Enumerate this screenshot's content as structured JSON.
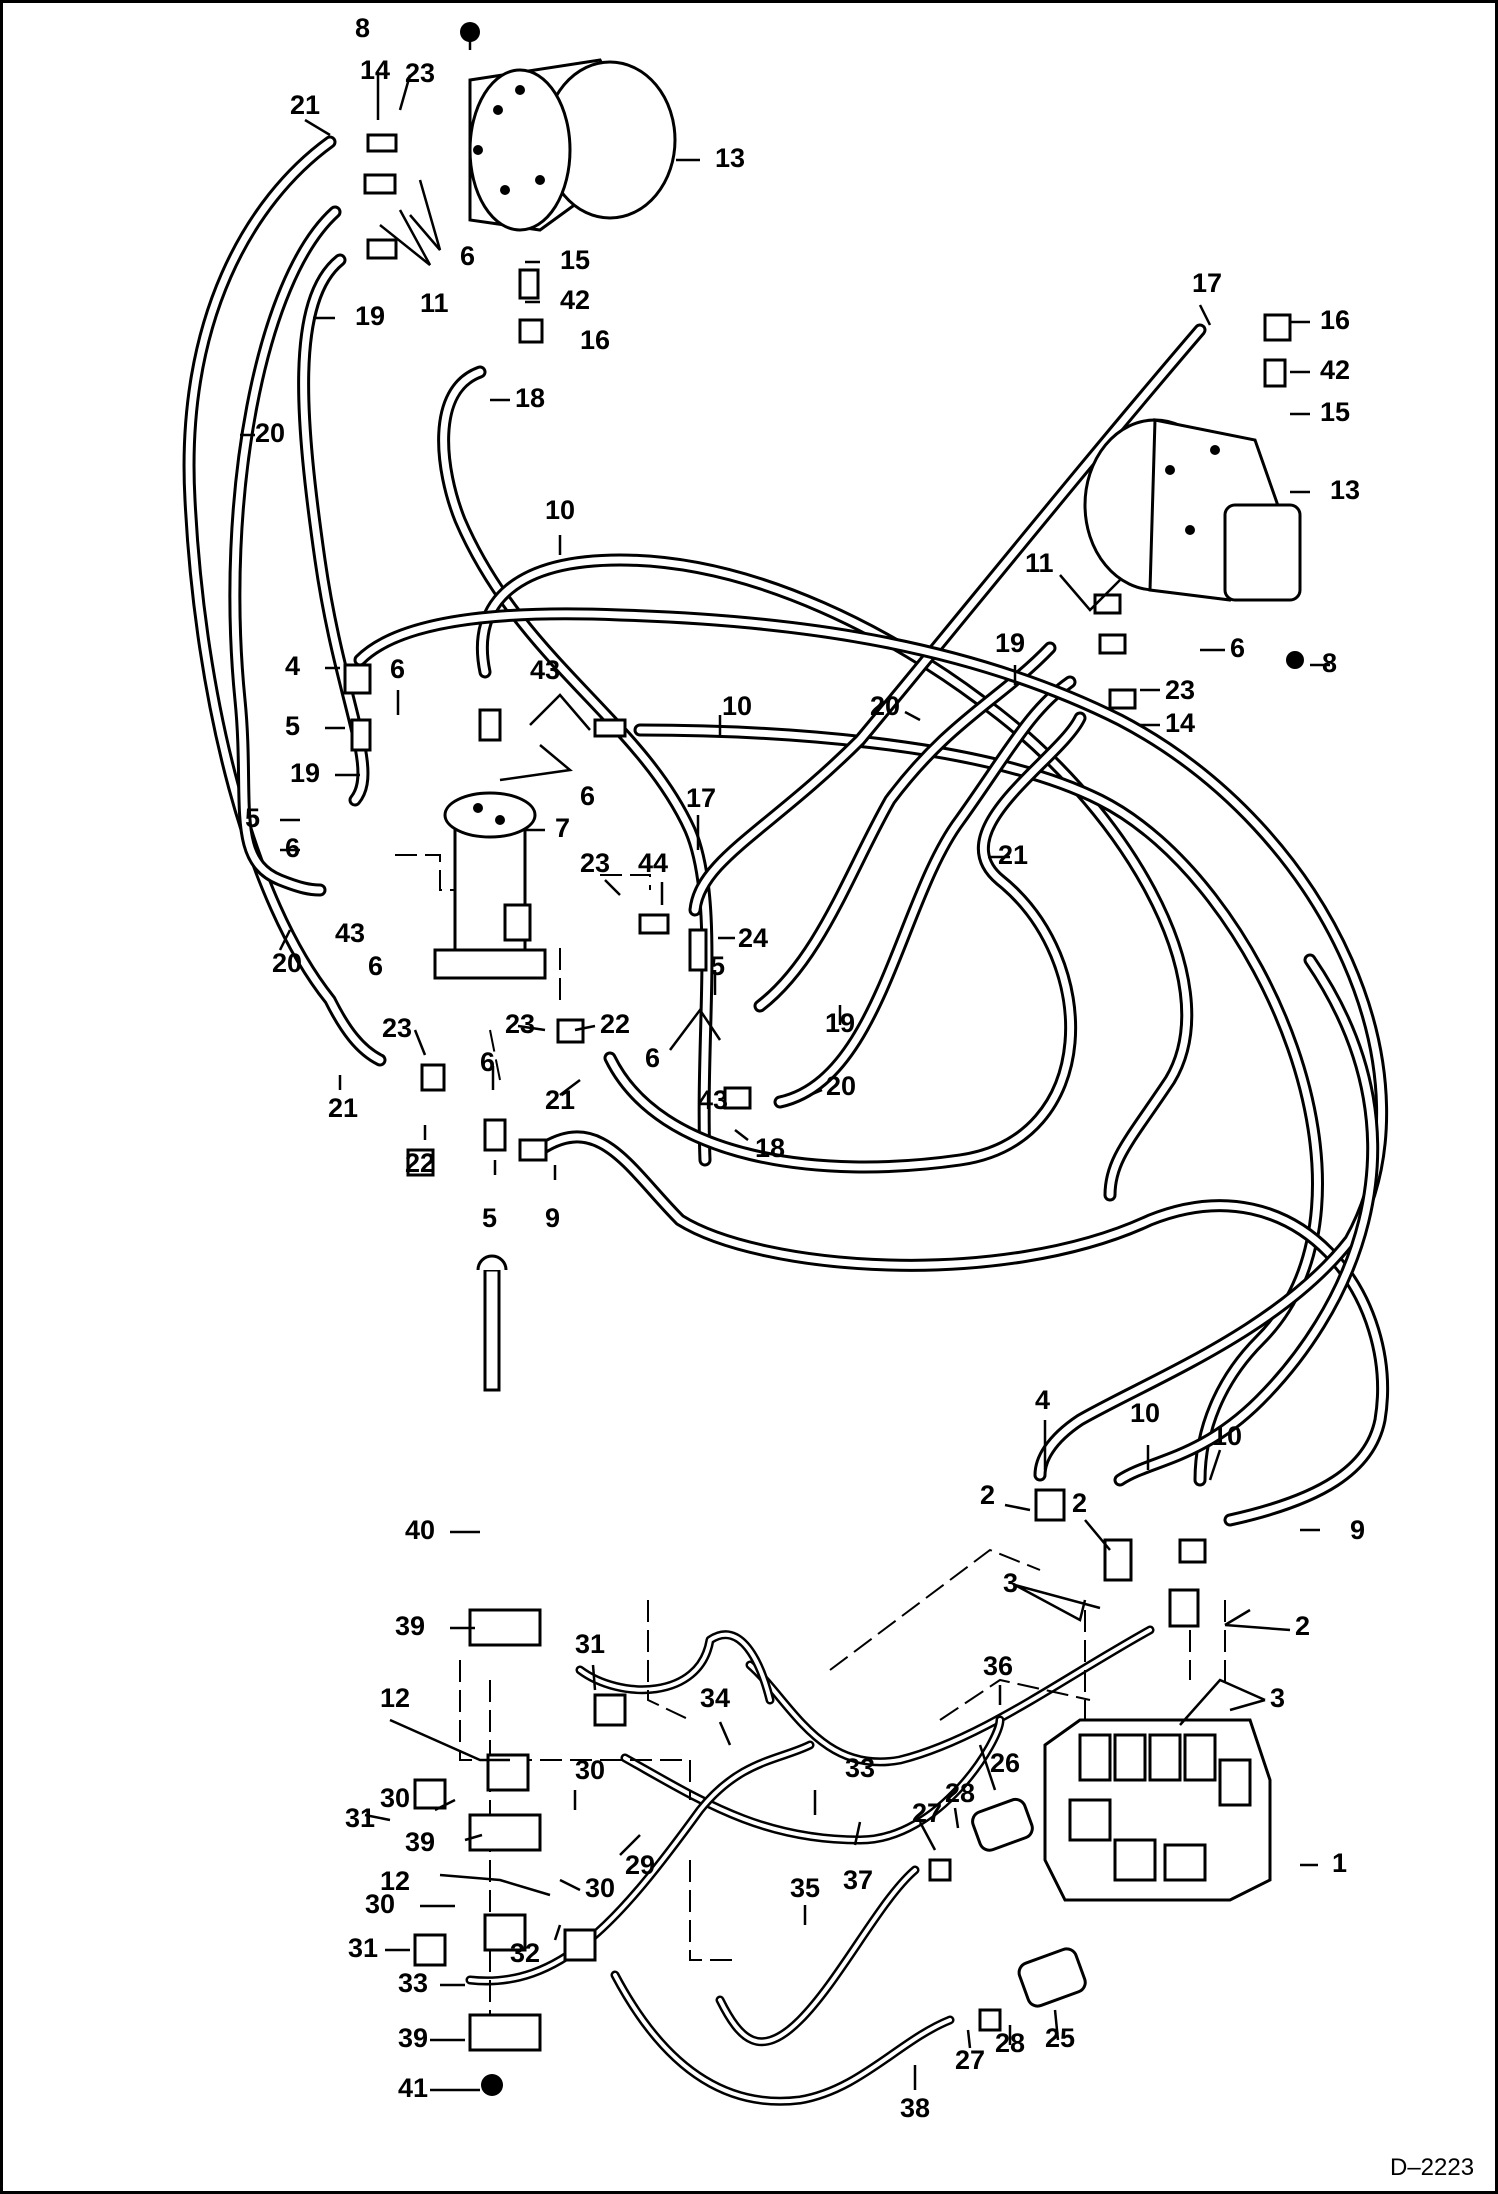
{
  "drawing_code": "D–2223",
  "callouts": [
    {
      "id": "c8a",
      "text": "8"
    },
    {
      "id": "c14a",
      "text": "14"
    },
    {
      "id": "c23a",
      "text": "23"
    },
    {
      "id": "c21a",
      "text": "21"
    },
    {
      "id": "c13a",
      "text": "13"
    },
    {
      "id": "c6a",
      "text": "6"
    },
    {
      "id": "c11a",
      "text": "11"
    },
    {
      "id": "c19a",
      "text": "19"
    },
    {
      "id": "c15a",
      "text": "15"
    },
    {
      "id": "c42a",
      "text": "42"
    },
    {
      "id": "c16a",
      "text": "16"
    },
    {
      "id": "c18a",
      "text": "18"
    },
    {
      "id": "c20a",
      "text": "20"
    },
    {
      "id": "c17a",
      "text": "17"
    },
    {
      "id": "c16b",
      "text": "16"
    },
    {
      "id": "c42b",
      "text": "42"
    },
    {
      "id": "c15b",
      "text": "15"
    },
    {
      "id": "c13b",
      "text": "13"
    },
    {
      "id": "c10a",
      "text": "10"
    },
    {
      "id": "c11b",
      "text": "11"
    },
    {
      "id": "c6b",
      "text": "6"
    },
    {
      "id": "c8b",
      "text": "8"
    },
    {
      "id": "c19b",
      "text": "19"
    },
    {
      "id": "c23b",
      "text": "23"
    },
    {
      "id": "c14b",
      "text": "14"
    },
    {
      "id": "c20b",
      "text": "20"
    },
    {
      "id": "c10b",
      "text": "10"
    },
    {
      "id": "c43a",
      "text": "43"
    },
    {
      "id": "c4a",
      "text": "4"
    },
    {
      "id": "c6c",
      "text": "6"
    },
    {
      "id": "c5a",
      "text": "5"
    },
    {
      "id": "c19c",
      "text": "19"
    },
    {
      "id": "c6d",
      "text": "6"
    },
    {
      "id": "c5b",
      "text": "5"
    },
    {
      "id": "c6e",
      "text": "6"
    },
    {
      "id": "c7a",
      "text": "7"
    },
    {
      "id": "c17b",
      "text": "17"
    },
    {
      "id": "c21b",
      "text": "21"
    },
    {
      "id": "c23c",
      "text": "23"
    },
    {
      "id": "c44a",
      "text": "44"
    },
    {
      "id": "c24a",
      "text": "24"
    },
    {
      "id": "c20c",
      "text": "20"
    },
    {
      "id": "c43b",
      "text": "43"
    },
    {
      "id": "c6f",
      "text": "6"
    },
    {
      "id": "c5c",
      "text": "5"
    },
    {
      "id": "c19d",
      "text": "19"
    },
    {
      "id": "c23d",
      "text": "23"
    },
    {
      "id": "c23e",
      "text": "23"
    },
    {
      "id": "c22a",
      "text": "22"
    },
    {
      "id": "c6g",
      "text": "6"
    },
    {
      "id": "c43c",
      "text": "43"
    },
    {
      "id": "c20d",
      "text": "20"
    },
    {
      "id": "c21c",
      "text": "21"
    },
    {
      "id": "c21d",
      "text": "21"
    },
    {
      "id": "c22b",
      "text": "22"
    },
    {
      "id": "c6h",
      "text": "6"
    },
    {
      "id": "c18b",
      "text": "18"
    },
    {
      "id": "c5d",
      "text": "5"
    },
    {
      "id": "c9a",
      "text": "9"
    },
    {
      "id": "c4b",
      "text": "4"
    },
    {
      "id": "c10c",
      "text": "10"
    },
    {
      "id": "c10d",
      "text": "10"
    },
    {
      "id": "c2a",
      "text": "2"
    },
    {
      "id": "c2b",
      "text": "2"
    },
    {
      "id": "c9b",
      "text": "9"
    },
    {
      "id": "c40a",
      "text": "40"
    },
    {
      "id": "c3a",
      "text": "3"
    },
    {
      "id": "c2c",
      "text": "2"
    },
    {
      "id": "c39a",
      "text": "39"
    },
    {
      "id": "c31a",
      "text": "31"
    },
    {
      "id": "c36a",
      "text": "36"
    },
    {
      "id": "c3b",
      "text": "3"
    },
    {
      "id": "c12a",
      "text": "12"
    },
    {
      "id": "c34a",
      "text": "34"
    },
    {
      "id": "c30a",
      "text": "30"
    },
    {
      "id": "c30b",
      "text": "30"
    },
    {
      "id": "c26a",
      "text": "26"
    },
    {
      "id": "c33a",
      "text": "33"
    },
    {
      "id": "c31b",
      "text": "31"
    },
    {
      "id": "c28a",
      "text": "28"
    },
    {
      "id": "c27a",
      "text": "27"
    },
    {
      "id": "c39b",
      "text": "39"
    },
    {
      "id": "c29a",
      "text": "29"
    },
    {
      "id": "c37a",
      "text": "37"
    },
    {
      "id": "c1a",
      "text": "1"
    },
    {
      "id": "c12b",
      "text": "12"
    },
    {
      "id": "c30c",
      "text": "30"
    },
    {
      "id": "c35a",
      "text": "35"
    },
    {
      "id": "c30d",
      "text": "30"
    },
    {
      "id": "c32a",
      "text": "32"
    },
    {
      "id": "c31c",
      "text": "31"
    },
    {
      "id": "c33b",
      "text": "33"
    },
    {
      "id": "c25a",
      "text": "25"
    },
    {
      "id": "c27b",
      "text": "27"
    },
    {
      "id": "c28b",
      "text": "28"
    },
    {
      "id": "c39c",
      "text": "39"
    },
    {
      "id": "c38a",
      "text": "38"
    },
    {
      "id": "c41a",
      "text": "41"
    }
  ]
}
